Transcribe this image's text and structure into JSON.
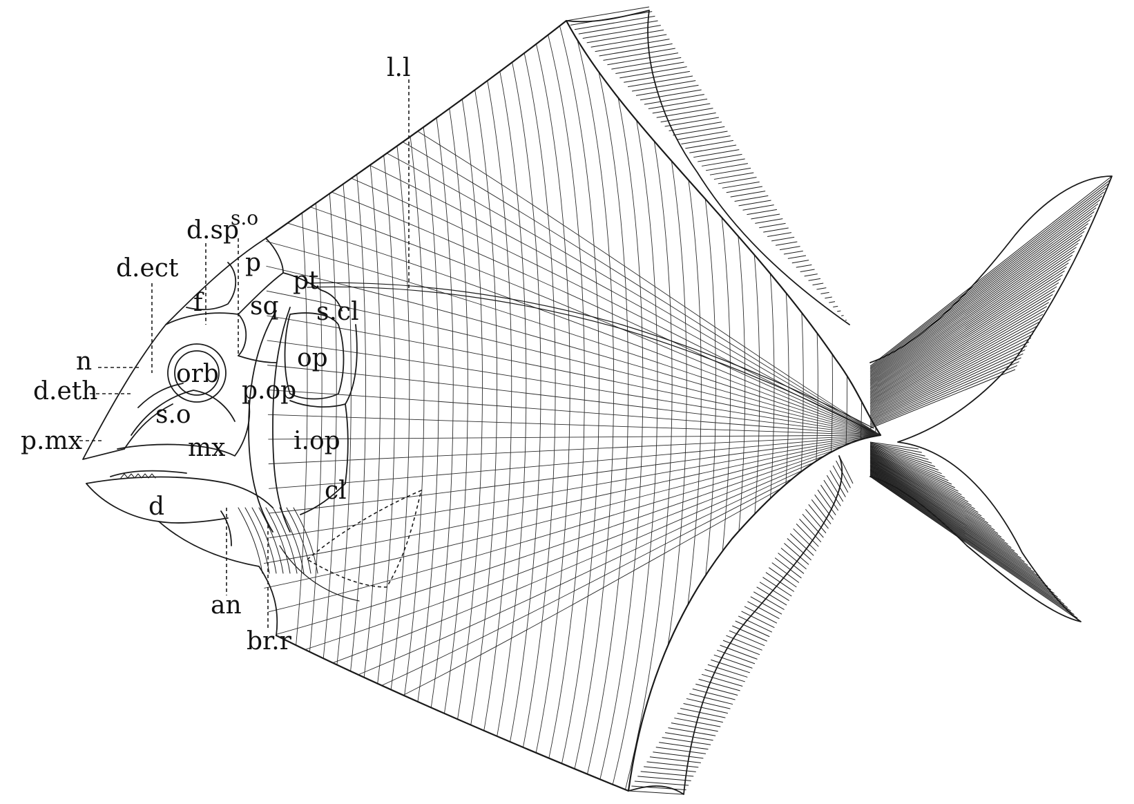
{
  "labels": {
    "ll": "l.l",
    "dsp": "d.sp",
    "so_top": "s.o",
    "dect": "d.ect",
    "p": "p",
    "pt": "pt",
    "f": "f",
    "sq": "sq",
    "scl": "s.cl",
    "n": "n",
    "op": "op",
    "deth": "d.eth",
    "orb": "orb",
    "pop": "p.op",
    "so_low": "s.o",
    "pmx": "p.mx",
    "mx": "mx",
    "iop": "i.op",
    "cl": "cl",
    "d": "d",
    "an": "an",
    "brr": "br.r"
  },
  "colors": {
    "ink": "#1a1a1a",
    "paper": "#ffffff"
  }
}
